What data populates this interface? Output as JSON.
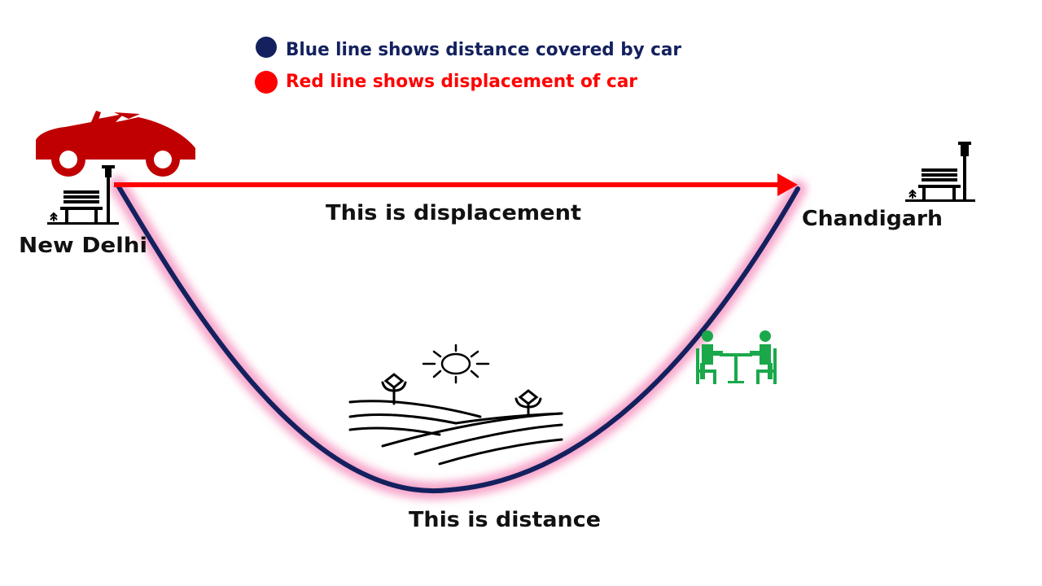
{
  "legend": {
    "blue_text": "Blue line shows distance covered by car",
    "red_text": "Red line shows displacement of car"
  },
  "labels": {
    "start_city": "New Delhi",
    "end_city": "Chandigarh",
    "displacement": "This is  displacement",
    "distance": "This is  distance"
  },
  "icons": {
    "car": "car-icon",
    "bench_start": "park-bench-icon",
    "bench_end": "park-bench-icon",
    "landscape": "farm-landscape-icon",
    "sun": "sun-icon",
    "meeting": "people-at-table-icon"
  },
  "colors": {
    "distance_line": "#14215e",
    "distance_glow": "#f7a8cc",
    "displacement_arrow": "#ff0000",
    "car": "#c00000",
    "meeting_icon": "#1aa84b",
    "text": "#111111"
  }
}
